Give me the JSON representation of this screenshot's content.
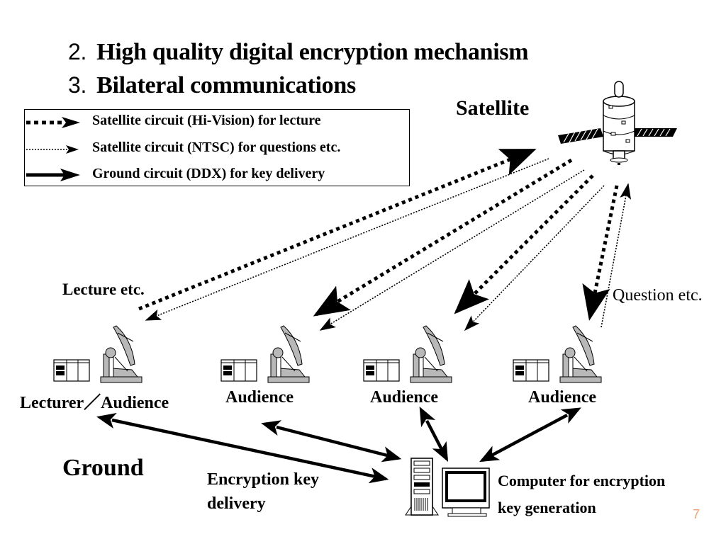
{
  "headings": [
    {
      "number": "2.",
      "text": "High quality digital encryption mechanism"
    },
    {
      "number": "3.",
      "text": "Bilateral communications"
    }
  ],
  "legend": {
    "items": [
      {
        "style": "thick-dotted",
        "label": "Satellite circuit (Hi-Vision)  for lecture"
      },
      {
        "style": "thin-dotted",
        "label": "Satellite circuit (NTSC) for questions etc."
      },
      {
        "style": "solid",
        "label": "Ground circuit (DDX) for key delivery"
      }
    ]
  },
  "satellite_label": "Satellite",
  "annotations": {
    "lecture": "Lecture etc.",
    "question": "Question etc.",
    "ground": "Ground",
    "key_delivery_line1": "Encryption key",
    "key_delivery_line2": "delivery",
    "computer_line1": "Computer for encryption",
    "computer_line2": "key generation"
  },
  "stations": [
    {
      "label": "Lecturer／Audience"
    },
    {
      "label": "Audience"
    },
    {
      "label": "Audience"
    },
    {
      "label": "Audience"
    }
  ],
  "page_number": "7",
  "colors": {
    "page_number": "#f4a070",
    "dish": "#b8b8b8"
  }
}
